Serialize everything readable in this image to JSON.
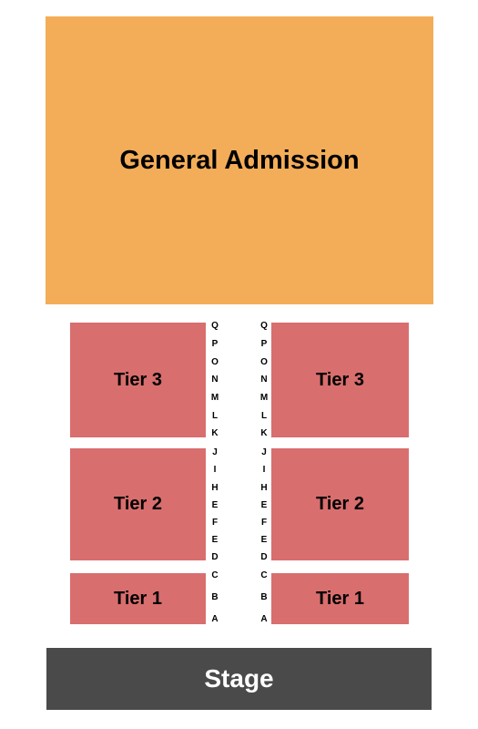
{
  "colors": {
    "general_admission": "#f3ad58",
    "tier": "#d96e6e",
    "stage": "#4a4a4a",
    "stage_text": "#ffffff"
  },
  "sections": {
    "general_admission": "General Admission",
    "left_tier_3": "Tier 3",
    "left_tier_2": "Tier 2",
    "left_tier_1": "Tier 1",
    "right_tier_3": "Tier 3",
    "right_tier_2": "Tier 2",
    "right_tier_1": "Tier 1",
    "stage": "Stage"
  },
  "rows": [
    "Q",
    "P",
    "O",
    "N",
    "M",
    "L",
    "K",
    "J",
    "I",
    "H",
    "E",
    "F",
    "E",
    "D",
    "C",
    "B",
    "A"
  ]
}
